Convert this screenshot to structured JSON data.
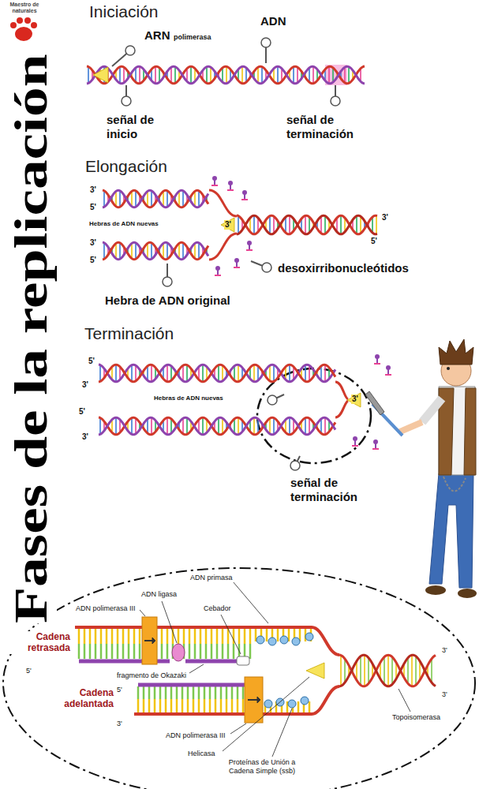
{
  "diagram": {
    "title": "Fases de la replicación",
    "labels": [
      "Maestro de naturales",
      "Iniciación",
      "ARN",
      "polimerasa",
      "ADN",
      "señal de inicio",
      "señal de terminación",
      "Elongación",
      "3'",
      "5'",
      "Hebras de ADN nuevas",
      "3'",
      "5'",
      "3'",
      "3'",
      "5'",
      "desoxirribonucleótidos",
      "Hebra de ADN original",
      "Terminación",
      "5'",
      "3'",
      "Hebras de ADN nuevas",
      "5'",
      "3'",
      "3'",
      "señal de terminación",
      "ADN primasa",
      "ADN ligasa",
      "ADN polimerasa III",
      "Cebador",
      "Cadena retrasada",
      "5'",
      "fragmento de Okazaki",
      "Cadena adelantada",
      "5'",
      "3'",
      "ADN polimerasa III",
      "Helicasa",
      "Proteínas de Unión a Cadena Simple (ssb)",
      "3'",
      "3'",
      "Topoisomerasa"
    ]
  }
}
